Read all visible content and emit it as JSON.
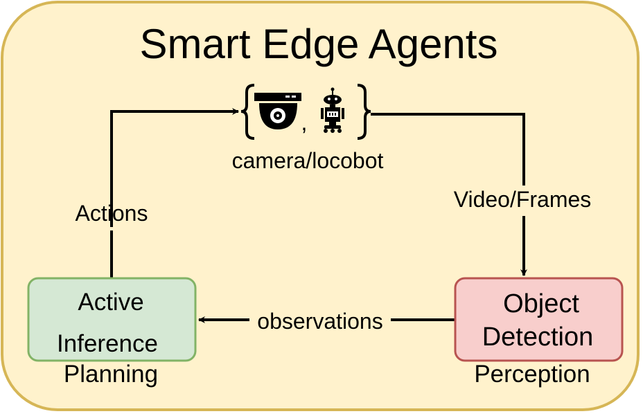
{
  "diagram": {
    "title": "Smart Edge Agents",
    "devices": {
      "separator": ",",
      "caption": "camera/locobot",
      "icons": [
        "security-camera-icon",
        "robot-icon"
      ]
    },
    "nodes": {
      "active_inference": {
        "line1": "Active",
        "line2": "Inference",
        "caption": "Planning"
      },
      "object_detection": {
        "line1": "Object",
        "line2": "Detection",
        "caption": "Perception"
      }
    },
    "edges": {
      "actions": "Actions",
      "video_frames": "Video/Frames",
      "observations": "observations"
    },
    "colors": {
      "background_fill": "#fff2cc",
      "background_stroke": "#d6b656",
      "active_fill": "#d5e8d4",
      "active_stroke": "#82b366",
      "detection_fill": "#f8cecc",
      "detection_stroke": "#b85450",
      "line": "#000000"
    }
  }
}
